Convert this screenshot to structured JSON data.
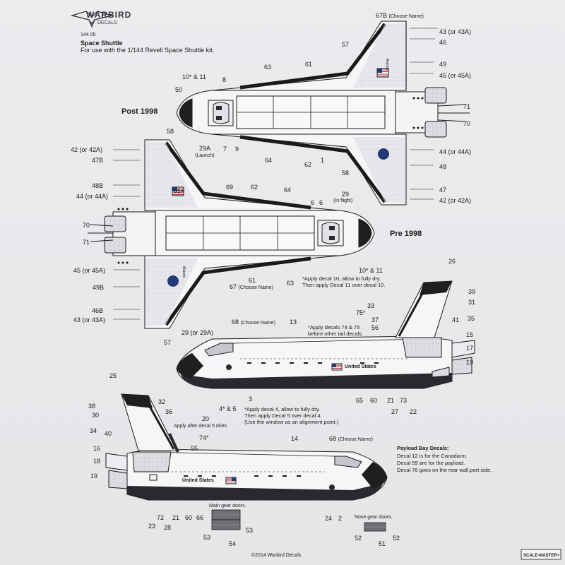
{
  "header": {
    "brand_top": "WARBIRD",
    "brand_bottom": "DECALS",
    "catalog_no": "144 05",
    "title": "Space Shuttle",
    "subtitle": "For use with the 1/144 Revell Space Shuttle kit."
  },
  "view_labels": {
    "post": "Post 1998",
    "pre": "Pre 1998"
  },
  "top_view": {
    "l67b": "67B",
    "l67b_note": "(Choose Name)",
    "l43": "43 (or 43A)",
    "l46": "46",
    "l57": "57",
    "l49": "49",
    "l45": "45 (or 45A)",
    "l63": "63",
    "l61": "61",
    "l10": "10* & 11",
    "l8": "8",
    "l50": "50",
    "l71": "71",
    "l70": "70",
    "l29a": "29A",
    "l_launch": "(Launch)",
    "l7": "7",
    "l9": "9",
    "l64": "64",
    "l62": "62",
    "l1": "1",
    "l44": "44 (or 44A)",
    "l48": "48",
    "l58": "58",
    "l47": "47",
    "l42": "42 (or 42A)",
    "flag_text": "Atlantis"
  },
  "bottom_view": {
    "l58": "58",
    "l42": "42 (or 42A)",
    "l47b": "47B",
    "l69": "69",
    "l62": "62",
    "l64": "64",
    "l29": "29",
    "l_inflight": "(In flight)",
    "l48b": "48B",
    "l44": "44 (or 44A)",
    "l6a": "6",
    "l6b": "6",
    "l70": "70",
    "l71": "71",
    "l45": "45 (or 45A)",
    "l49b": "49B",
    "l61": "61",
    "l63": "63",
    "l67": "67",
    "l67_note": "(Choose Name)",
    "l10": "10* & 11",
    "l46b": "46B",
    "l43": "43 (or 43A)",
    "l57": "57",
    "usa": "USA",
    "name": "Atlantis",
    "note": "*Apply decal 10, allow to fully dry.\nThen apply Decal 11 over decal 10."
  },
  "side_right": {
    "l26": "26",
    "l39": "39",
    "l31": "31",
    "l33": "33",
    "l75": "75*",
    "l37": "37",
    "l41": "41",
    "l35": "35",
    "l56": "56",
    "l15": "15",
    "l68": "68",
    "l68_note": "(Choose Name)",
    "l13": "13",
    "l17": "17",
    "l19": "19",
    "l29": "29 (or 29A)",
    "l3": "3",
    "l65": "65",
    "l60": "60",
    "l21": "21",
    "l73": "73",
    "l27": "27",
    "l22": "22",
    "l4": "4* & 5",
    "l20": "20",
    "l20_note": "Apply after decal 5 dries",
    "us": "United States",
    "note_top": "*Apply decals 74 & 75\nbefore other tail decals.",
    "note_bottom": "*Apply decal 4, allow to fully dry.\nThen apply Decal 5 over decal 4.\n(Use the window as an alignment point.)"
  },
  "side_left": {
    "l25": "25",
    "l32": "32",
    "l38": "38",
    "l30": "30",
    "l36": "36",
    "l34": "34",
    "l40": "40",
    "l74": "74*",
    "l16": "16",
    "l55": "55",
    "l14": "14",
    "l68": "68",
    "l68_note": "(Choose Name)",
    "l18": "18",
    "l19": "19",
    "l23": "23",
    "l72": "72",
    "l28": "28",
    "l21": "21",
    "l60": "60",
    "l66": "66",
    "l24": "24",
    "l2": "2",
    "us": "United States"
  },
  "payload": {
    "title": "Payload Bay Decals:",
    "line1": "Decal 12 is for the Canadarm.",
    "line2": "Decal 59 are for the payload.",
    "line3": "Decal 76 goes on the rear wall,port side."
  },
  "doors": {
    "main_title": "Main gear doors.",
    "l53a": "53",
    "l53b": "53",
    "l54": "54",
    "nose_title": "Nose gear doors.",
    "l52a": "52",
    "l52b": "52",
    "l51": "51"
  },
  "footer": {
    "copyright": "©2014 Warbird Decals",
    "scalemaster": "SCALE-MASTER+"
  },
  "colors": {
    "background": "#e9e8ea",
    "line": "#1a1a1a",
    "tile": "#cfcfd4",
    "hull_dark": "#2a2a2e",
    "flag_blue": "#223a78",
    "flag_red": "#b0303a"
  }
}
